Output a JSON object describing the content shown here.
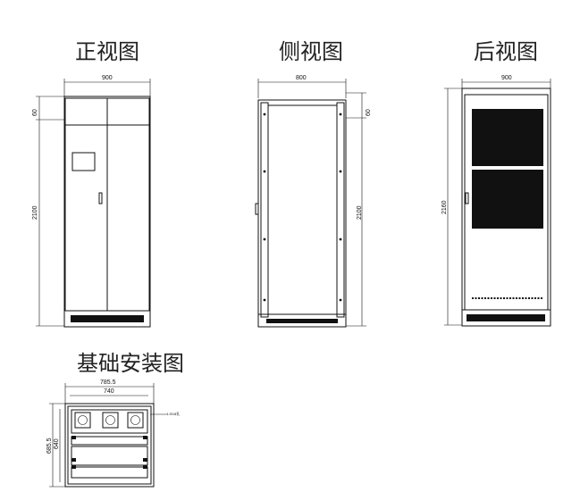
{
  "views": {
    "front": {
      "title": "正视图",
      "dim_width": "900",
      "dim_top": "60",
      "dim_height": "2100"
    },
    "side": {
      "title": "侧视图",
      "dim_width": "800",
      "dim_top": "60",
      "dim_height": "2100"
    },
    "back": {
      "title": "后视图",
      "dim_width": "900",
      "dim_height": "2160"
    },
    "foundation": {
      "title": "基础安装图",
      "dim_outer_width": "785.5",
      "dim_inner_width": "740",
      "dim_outer_depth": "685.5",
      "dim_inner_depth": "640",
      "hole_note": "4-Φ18孔"
    }
  }
}
